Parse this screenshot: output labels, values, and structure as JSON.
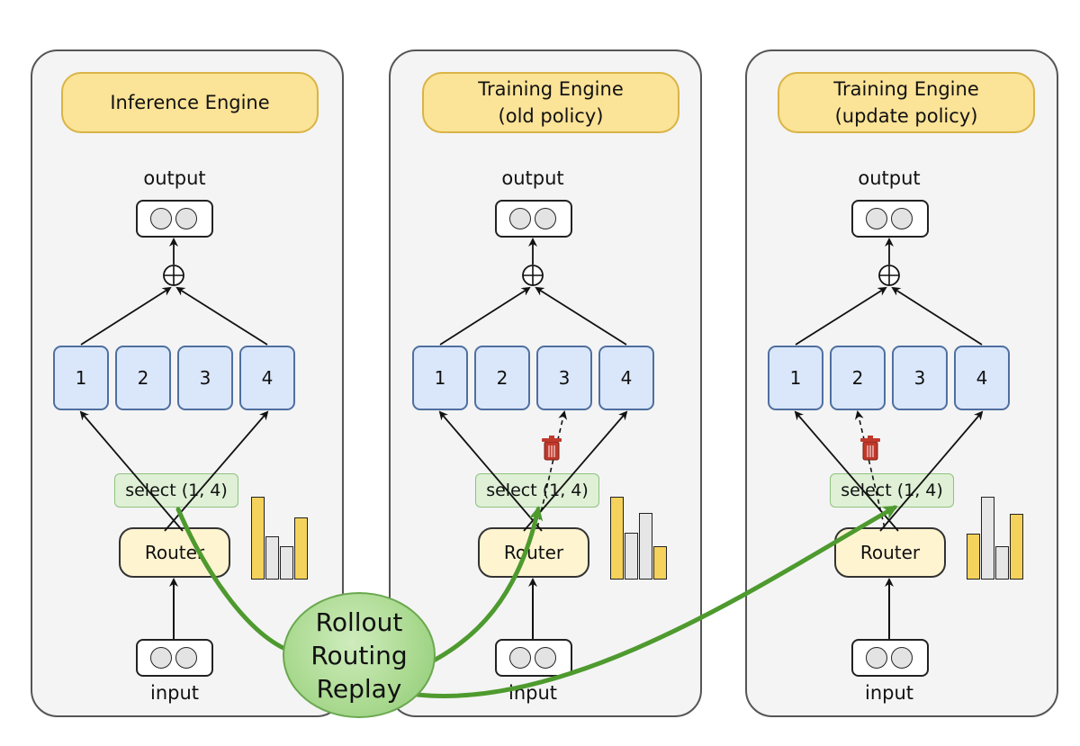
{
  "panels": [
    {
      "title_line1": "Inference Engine",
      "title_line2": "",
      "output_label": "output",
      "input_label": "input",
      "experts": [
        "1",
        "2",
        "3",
        "4"
      ],
      "select_label": "select (1, 4)",
      "router_label": "Router",
      "router_scores": [
        1.0,
        0.52,
        0.4,
        0.75
      ],
      "selected_experts": [
        1,
        4
      ],
      "discarded_expert": null
    },
    {
      "title_line1": "Training Engine",
      "title_line2": "(old policy)",
      "output_label": "output",
      "input_label": "input",
      "experts": [
        "1",
        "2",
        "3",
        "4"
      ],
      "select_label": "select (1, 4)",
      "router_label": "Router",
      "router_scores": [
        1.0,
        0.57,
        0.8,
        0.4
      ],
      "selected_experts": [
        1,
        4
      ],
      "discarded_expert": 3
    },
    {
      "title_line1": "Training Engine",
      "title_line2": "(update policy)",
      "output_label": "output",
      "input_label": "input",
      "experts": [
        "1",
        "2",
        "3",
        "4"
      ],
      "select_label": "select (1, 4)",
      "router_label": "Router",
      "router_scores": [
        0.55,
        1.0,
        0.4,
        0.79
      ],
      "selected_experts": [
        1,
        4
      ],
      "discarded_expert": 2
    }
  ],
  "replay": {
    "line1": "Rollout",
    "line2": "Routing",
    "line3": "Replay"
  },
  "icons": {
    "sum": "circle-plus-icon",
    "discard": "trash-icon"
  },
  "colors": {
    "title_fill": "#fbe397",
    "expert_fill": "#dae7fb",
    "select_fill": "#dff0d6",
    "router_fill": "#fff4d0",
    "bar_selected": "#f5d25c",
    "bar_unselected": "#e6e6e6",
    "replay_arrow": "#4e9a2e",
    "trash": "#c0392b"
  }
}
